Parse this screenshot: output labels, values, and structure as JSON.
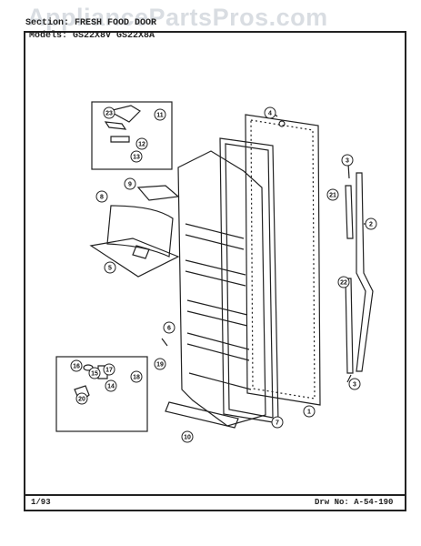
{
  "watermark": "AppliancePartsPros.com",
  "header": {
    "section_line": "Section: FRESH FOOD DOOR",
    "model_line": "Models: GS22X8V  GS22X8A"
  },
  "footer": {
    "date": "1/93",
    "drawing_number": "Drw No: A-54-190"
  },
  "callouts": [
    "1",
    "2",
    "3",
    "3",
    "4",
    "5",
    "6",
    "7",
    "8",
    "9",
    "10",
    "11",
    "12",
    "13",
    "14",
    "15",
    "16",
    "17",
    "18",
    "19",
    "20",
    "21",
    "22",
    "23"
  ]
}
